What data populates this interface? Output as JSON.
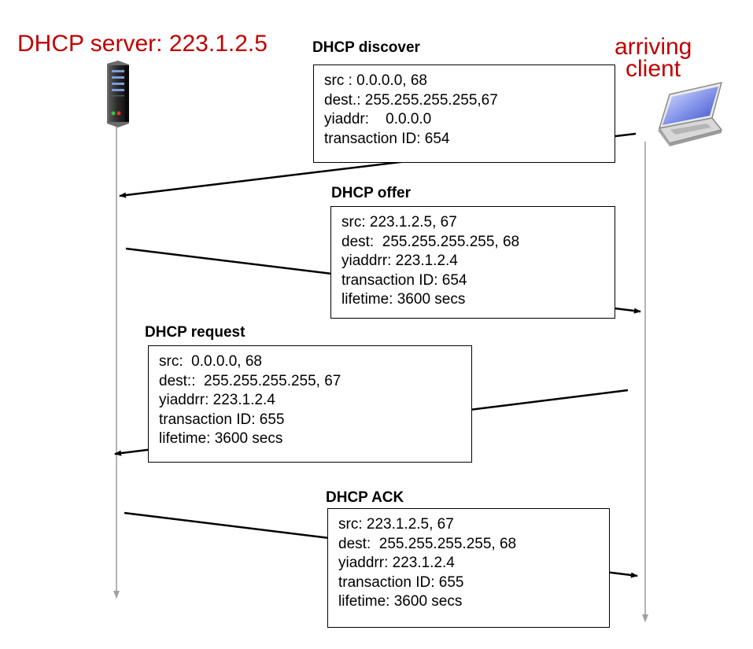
{
  "actors": {
    "server": "DHCP server: 223.1.2.5",
    "client_line1": "arriving",
    "client_line2": "client"
  },
  "icons": {
    "server": "server-icon",
    "client": "laptop-icon"
  },
  "colors": {
    "actor_label": "#c00000",
    "lifeline": "#a0a0a0",
    "arrow": "#000000"
  },
  "messages": [
    {
      "title": "DHCP discover",
      "direction": "client-to-server",
      "lines": [
        "src : 0.0.0.0, 68",
        "dest.: 255.255.255.255,67",
        "yiaddr:    0.0.0.0",
        "transaction ID: 654"
      ]
    },
    {
      "title": "DHCP offer",
      "direction": "server-to-client",
      "lines": [
        "src: 223.1.2.5, 67",
        "dest:  255.255.255.255, 68",
        "yiaddrr: 223.1.2.4",
        "transaction ID: 654",
        "lifetime: 3600 secs"
      ]
    },
    {
      "title": "DHCP request",
      "direction": "client-to-server",
      "lines": [
        "src:  0.0.0.0, 68",
        "dest::  255.255.255.255, 67",
        "yiaddrr: 223.1.2.4",
        "transaction ID: 655",
        "lifetime: 3600 secs"
      ]
    },
    {
      "title": "DHCP ACK",
      "direction": "server-to-client",
      "lines": [
        "src: 223.1.2.5, 67",
        "dest:  255.255.255.255, 68",
        "yiaddrr: 223.1.2.4",
        "transaction ID: 655",
        "lifetime: 3600 secs"
      ]
    }
  ]
}
